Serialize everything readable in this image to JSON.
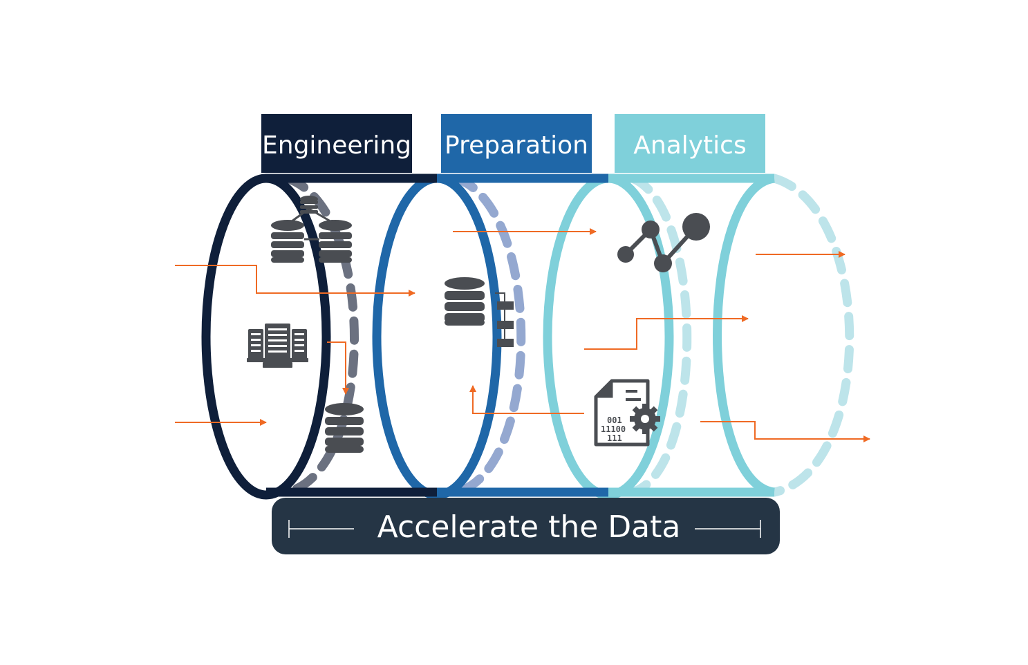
{
  "stages": [
    {
      "label": "Engineering",
      "color": "#0f1f3a"
    },
    {
      "label": "Preparation",
      "color": "#1f67a8"
    },
    {
      "label": "Analytics",
      "color": "#7fd0da"
    }
  ],
  "footer": {
    "label": "Accelerate the Data",
    "color": "#253545"
  },
  "colors": {
    "arrow": "#ef6a24",
    "icon": "#4a4d52",
    "dash_engineering": "#6b7180",
    "dash_preparation": "#94a8d0",
    "dash_analytics": "#bde4ea"
  },
  "icons": [
    "database-network-icon",
    "server-rack-icon",
    "database-icon",
    "database-split-icon",
    "line-graph-icon",
    "binary-file-gear-icon"
  ],
  "binary_lines": [
    "001",
    "11100",
    "111"
  ]
}
